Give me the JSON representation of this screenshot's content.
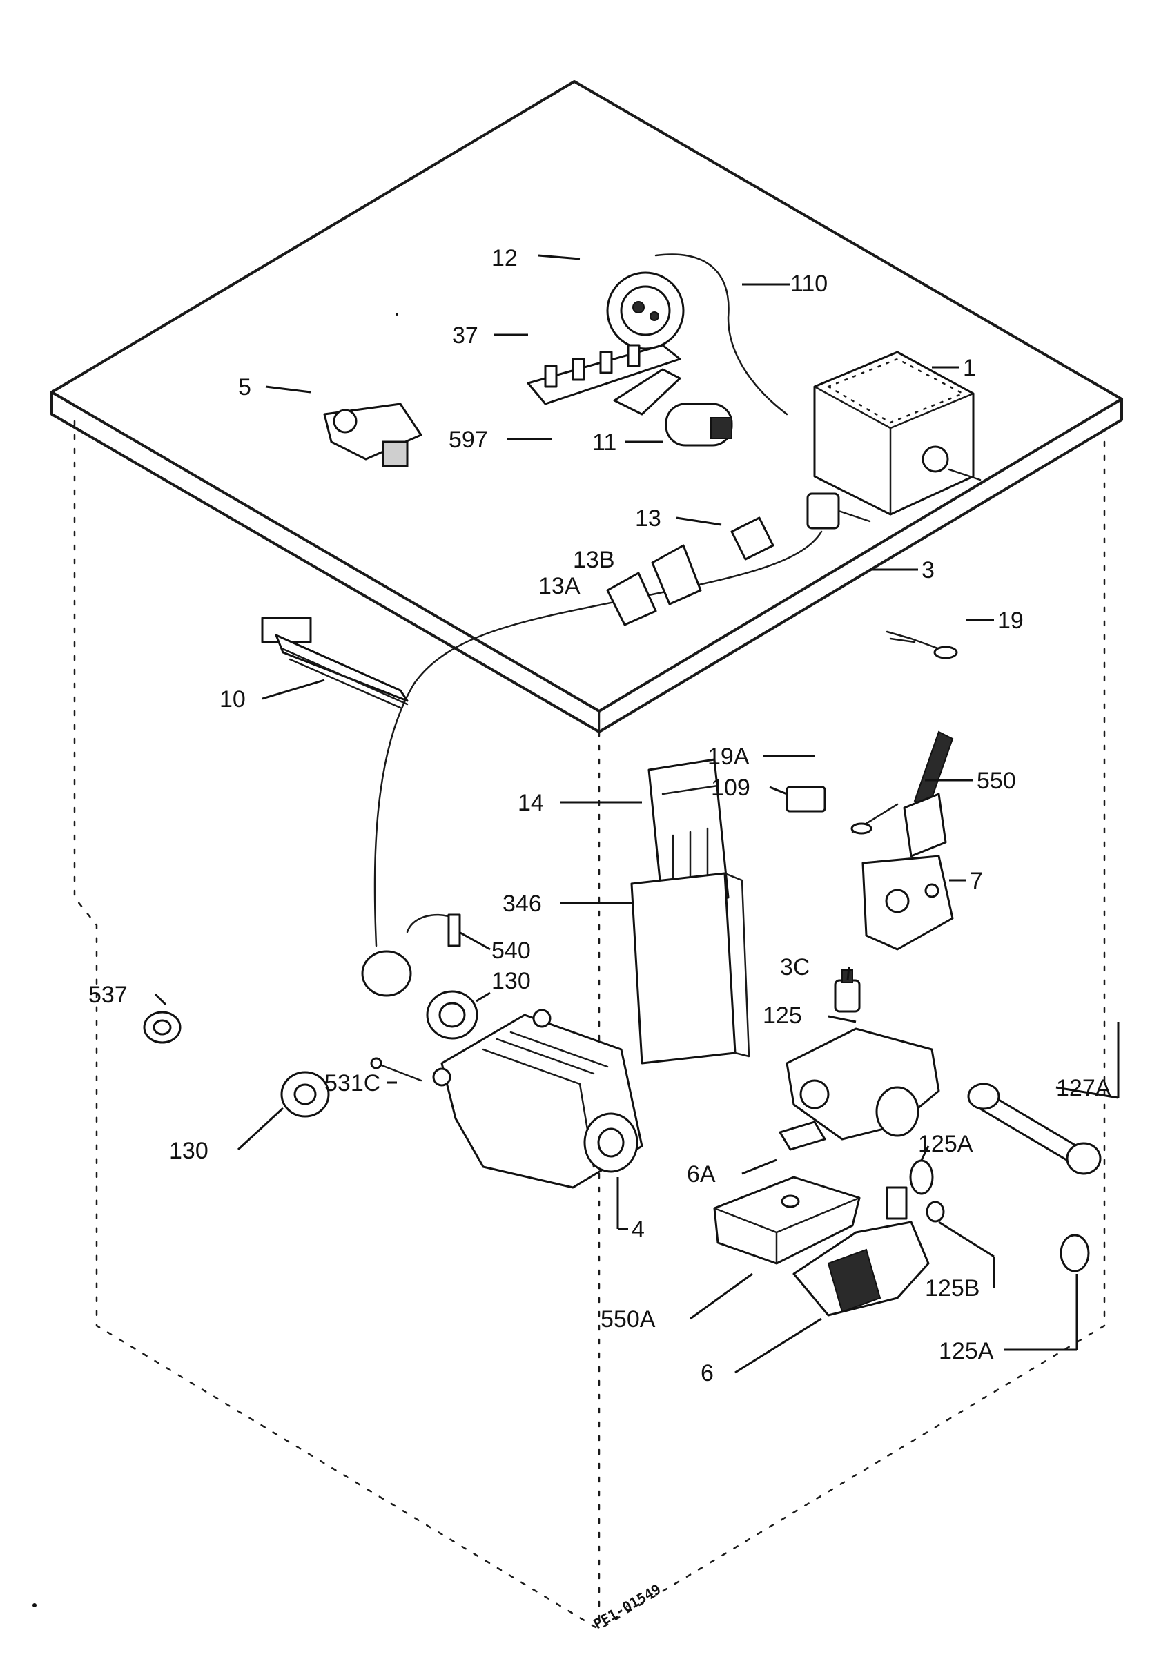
{
  "labels": {
    "p12": "12",
    "p110": "110",
    "p37": "37",
    "p1": "1",
    "p5": "5",
    "p597": "597",
    "p11": "11",
    "p13": "13",
    "p13b": "13B",
    "p13a": "13A",
    "p3": "3",
    "p19": "19",
    "p10": "10",
    "p19a": "19A",
    "p550": "550",
    "p14": "14",
    "p109": "109",
    "p7": "7",
    "p346": "346",
    "p540": "540",
    "p3c": "3C",
    "p537": "537",
    "p130a": "130",
    "p125": "125",
    "p531c": "531C",
    "p127a": "127A",
    "p125a_1": "125A",
    "p130b": "130",
    "p6a": "6A",
    "p4": "4",
    "p125b": "125B",
    "p550a": "550A",
    "p6": "6",
    "p125a_2": "125A"
  },
  "stamp": "PE1-01549"
}
